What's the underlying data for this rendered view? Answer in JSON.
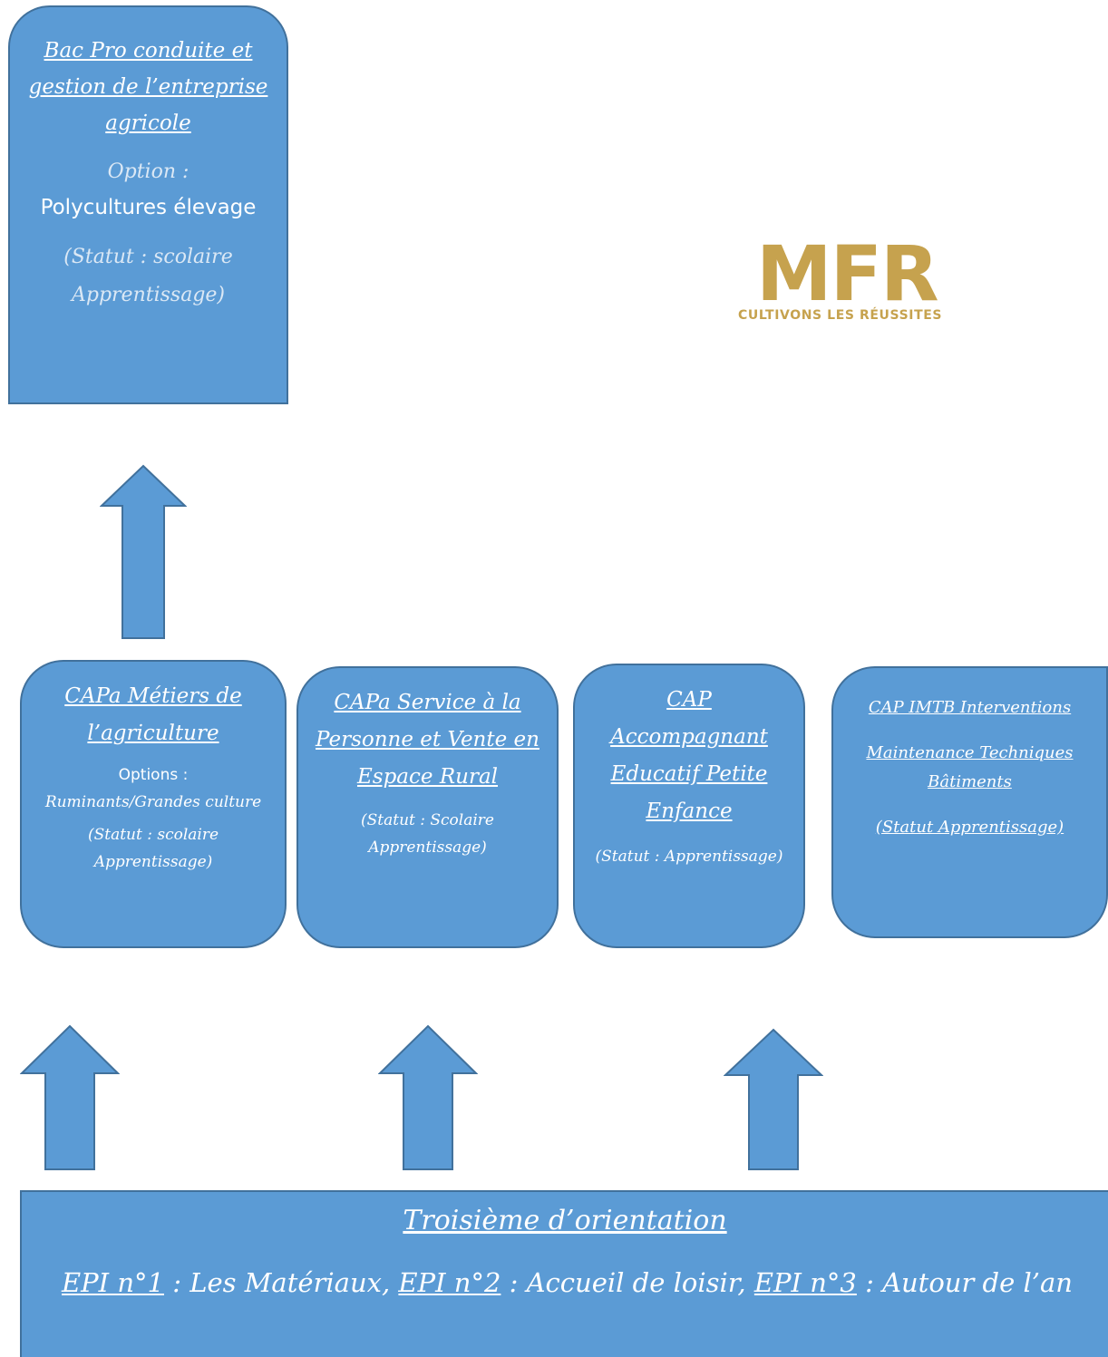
{
  "bac": {
    "title": "Bac Pro conduite et gestion de l’entreprise agricole",
    "option_label": "Option :",
    "option_value": "Polycultures élevage",
    "statut": "(Statut : scolaire Apprentissage)"
  },
  "logo": {
    "mark": "MFR",
    "tagline": "CULTIVONS LES RÉUSSITES"
  },
  "capa1": {
    "title": "CAPa Métiers de l’agriculture",
    "options_label": "Options :",
    "options_value": "Ruminants/Grandes culture",
    "statut": "(Statut : scolaire Apprentissage)"
  },
  "capa2": {
    "title": "CAPa Service à la Personne et Vente en Espace Rural",
    "statut": "(Statut : Scolaire Apprentissage)"
  },
  "cap": {
    "title": "CAP Accompagnant Educatif Petite Enfance",
    "statut": "(Statut : Apprentissage)"
  },
  "imtb": {
    "title_line1": "CAP IMTB Interventions",
    "title_line2": "Maintenance Techniques Bâtiments",
    "statut": "(Statut Apprentissage)"
  },
  "bottom": {
    "title": "Troisième d’orientation",
    "epi1_label": "EPI n°1",
    "epi1_text": " : Les Matériaux, ",
    "epi2_label": "EPI n°2",
    "epi2_text": " : Accueil de loisir, ",
    "epi3_label": "EPI n°3",
    "epi3_text": " : Autour de l’an"
  },
  "colors": {
    "box_fill": "#5b9bd5",
    "box_border": "#41719c",
    "logo_gold": "#c6a24e"
  }
}
